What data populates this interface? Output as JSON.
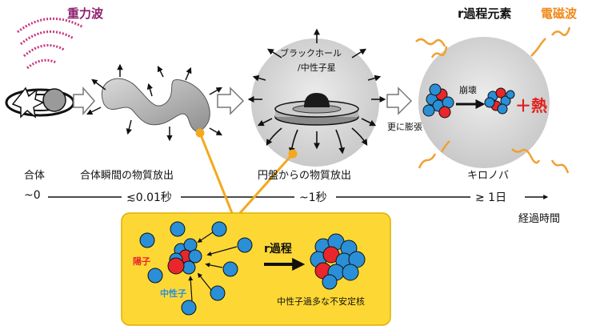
{
  "top_labels": {
    "gravitational_wave": "重力波",
    "r_process_elements": "r過程元素",
    "electromagnetic_wave": "電磁波"
  },
  "scene_labels": {
    "black_hole_line1": "ブラックホール",
    "black_hole_line2": "/中性子星",
    "collapse": "崩壊",
    "heat": "＋熱",
    "further_expansion": "更に膨張"
  },
  "stages": [
    "合体",
    "合体瞬間の物質放出",
    "円盤からの物質放出",
    "キロノバ"
  ],
  "timeline": {
    "ticks": [
      "~0",
      "≲0.01秒",
      "~1秒",
      "≳ 1日"
    ],
    "axis_label": "経過時間"
  },
  "inset": {
    "proton": "陽子",
    "neutron": "中性子",
    "process": "r過程",
    "result": "中性子過多な不安定核"
  },
  "colors": {
    "gravitational_wave": "#8e1f6e",
    "electromagnetic_wave": "#f08a1a",
    "heat": "#e0201c",
    "proton": "#e8262b",
    "neutron": "#2a8fd6",
    "neutron_label": "#2a8fd6",
    "proton_label": "#e8262b",
    "inset_background": "#fdd835"
  }
}
